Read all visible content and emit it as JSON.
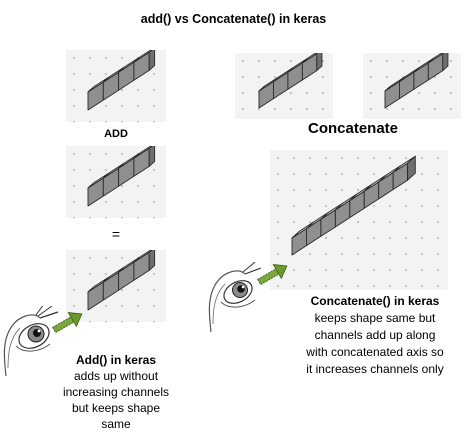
{
  "title": "add() vs Concatenate() in keras",
  "labels": {
    "add": "ADD",
    "equals": "=",
    "concatenate": "Concatenate"
  },
  "add_description": {
    "heading": "Add() in keras",
    "lines": [
      "adds up without",
      "increasing channels",
      "but keeps shape",
      "same"
    ]
  },
  "concat_description": {
    "heading": "Concatenate() in keras",
    "lines": [
      "keeps shape same but",
      "channels add up along",
      "with concatenated axis so",
      "it increases channels only"
    ]
  },
  "icons": [
    "eye-icon",
    "arrow-icon"
  ],
  "colors": {
    "cube_front": "#8f8f8f",
    "cube_top": "#cfcfcf",
    "cube_side": "#6f6f6f",
    "arrow_fill": "#6a9a2c",
    "panel_bg": "#f3f3f3"
  }
}
